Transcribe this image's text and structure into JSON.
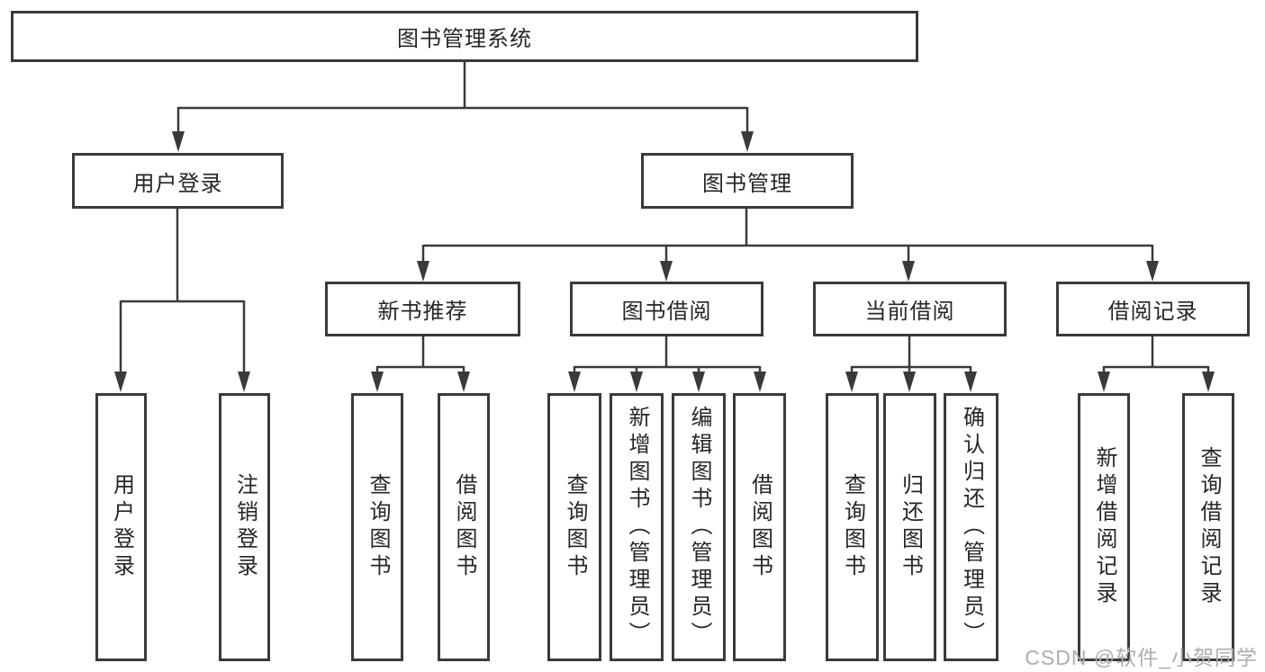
{
  "diagram": {
    "root": {
      "label": "图书管理系统"
    },
    "branches": [
      {
        "label": "用户登录",
        "children": [
          {
            "label": "用户登录"
          },
          {
            "label": "注销登录"
          }
        ]
      },
      {
        "label": "图书管理",
        "children": [
          {
            "label": "新书推荐",
            "children": [
              {
                "label": "查询图书"
              },
              {
                "label": "借阅图书"
              }
            ]
          },
          {
            "label": "图书借阅",
            "children": [
              {
                "label": "查询图书"
              },
              {
                "label": "新增图书（管理员）"
              },
              {
                "label": "编辑图书（管理员）"
              },
              {
                "label": "借阅图书"
              }
            ]
          },
          {
            "label": "当前借阅",
            "children": [
              {
                "label": "查询图书"
              },
              {
                "label": "归还图书"
              },
              {
                "label": "确认归还（管理员）"
              }
            ]
          },
          {
            "label": "借阅记录",
            "children": [
              {
                "label": "新增借阅记录"
              },
              {
                "label": "查询借阅记录"
              }
            ]
          }
        ]
      }
    ]
  },
  "watermark": {
    "text": "CSDN @软件_小贺同学"
  },
  "colors": {
    "line": "#3a3a3a",
    "text": "#262626",
    "background": "#ffffff",
    "watermark": "#aeaeae"
  }
}
